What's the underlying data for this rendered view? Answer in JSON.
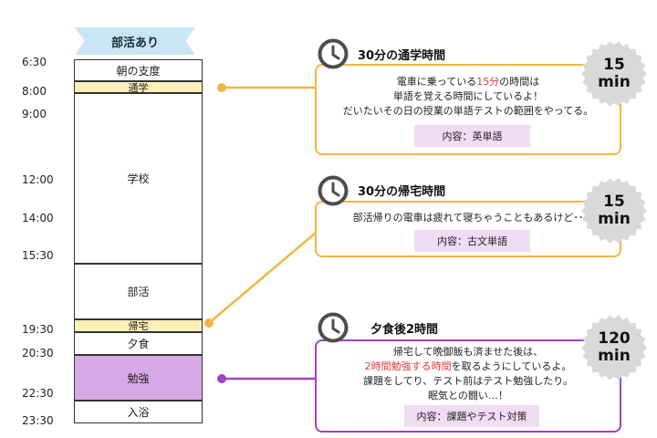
{
  "schedule": {
    "header": "部活あり",
    "times": [
      "6:30",
      "8:00",
      "9:00",
      "12:00",
      "14:00",
      "15:30",
      "19:30",
      "20:30",
      "22:30",
      "23:30"
    ],
    "slots": [
      "朝の支度",
      "通学",
      "学校",
      "部活",
      "帰宅",
      "夕食",
      "勉強",
      "入浴"
    ]
  },
  "cards": [
    {
      "title": "30分の通学時間",
      "badge": {
        "value": "15",
        "unit": "min"
      },
      "lines": [
        {
          "pre": "電車に乗っている",
          "hl": "15分",
          "post": "の時間は"
        },
        {
          "pre": "単語を覚える時間にしているよ！",
          "hl": "",
          "post": ""
        },
        {
          "pre": "だいたいその日の授業の単語テストの範囲をやってる。",
          "hl": "",
          "post": ""
        }
      ],
      "tag": "内容：英単語"
    },
    {
      "title": "30分の帰宅時間",
      "badge": {
        "value": "15",
        "unit": "min"
      },
      "lines": [
        {
          "pre": "部活帰りの電車は疲れて寝ちゃうこともあるけど･･",
          "hl": "",
          "post": ""
        }
      ],
      "tag": "内容：古文単語"
    },
    {
      "title": "夕食後2時間",
      "badge": {
        "value": "120",
        "unit": "min"
      },
      "lines": [
        {
          "pre": "帰宅して晩御飯も済ませた後は、",
          "hl": "",
          "post": ""
        },
        {
          "pre": "",
          "hl": "2時間勉強する時間",
          "post": "を取るようにしているよ。"
        },
        {
          "pre": "課題をしてり、テスト前はテスト勉強したり。",
          "hl": "",
          "post": ""
        },
        {
          "pre": "眠気との闘い…！",
          "hl": "",
          "post": ""
        }
      ],
      "tag": "内容：課題やテスト対策"
    }
  ],
  "colors": {
    "commute": "#fdefb8",
    "study": "#d8a8e6",
    "yellow_accent": "#f2b640",
    "purple_accent": "#a63fc2",
    "ribbon": "#c9e6f7",
    "highlight": "#e23b3b"
  }
}
